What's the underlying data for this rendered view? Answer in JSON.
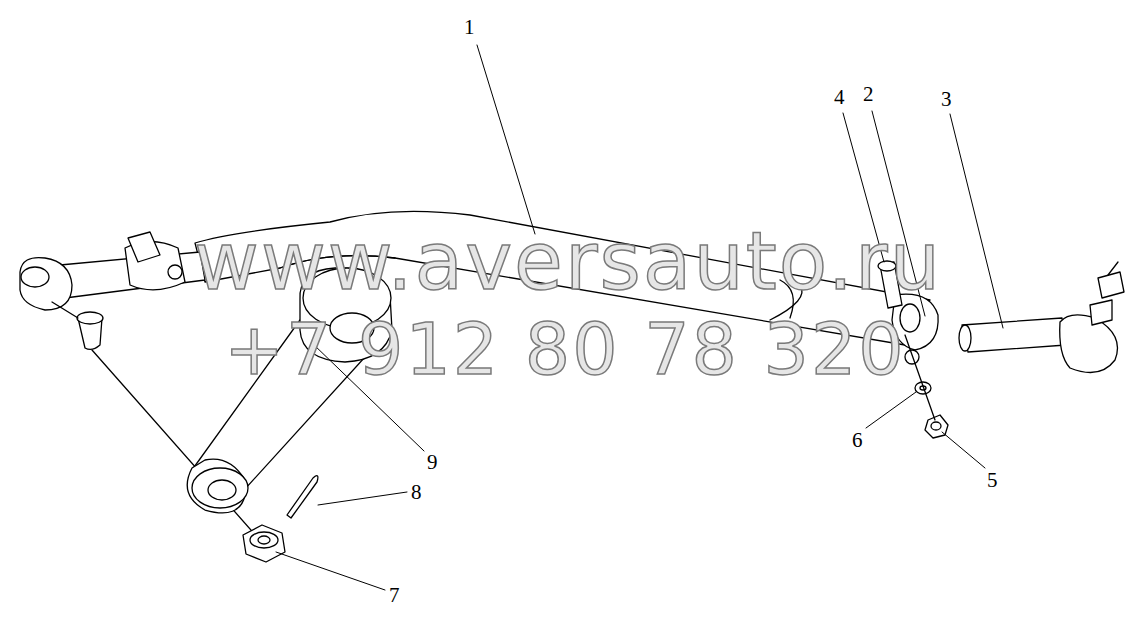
{
  "diagram": {
    "labels": [
      "1",
      "4",
      "2",
      "3",
      "www.aversauto.ru",
      "+7 912 80 78 320",
      "6",
      "9",
      "5",
      "8",
      "7"
    ]
  }
}
